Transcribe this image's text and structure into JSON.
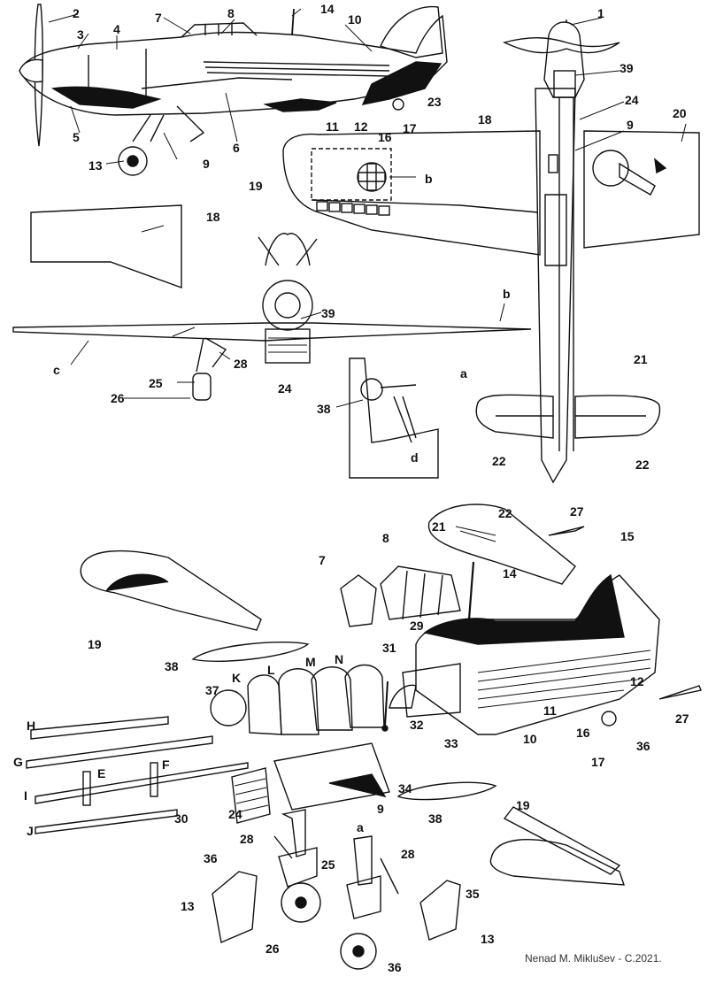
{
  "top_callouts": {
    "n1": "1",
    "n2": "2",
    "n3": "3",
    "n4": "4",
    "n5": "5",
    "n6": "6",
    "n7": "7",
    "n8": "8",
    "n9a": "9",
    "n9b": "9",
    "n10": "10",
    "n11": "11",
    "n12": "12",
    "n13": "13",
    "n14": "14",
    "n16": "16",
    "n17": "17",
    "n18a": "18",
    "n18b": "18",
    "n19": "19",
    "n20": "20",
    "n21": "21",
    "n22a": "22",
    "n22b": "22",
    "n23": "23",
    "n24a": "24",
    "n24b": "24",
    "n25": "25",
    "n26": "26",
    "n28": "28",
    "n38": "38",
    "n39a": "39",
    "n39b": "39",
    "b1": "b",
    "b2": "b",
    "c": "c",
    "a": "a",
    "d": "d"
  },
  "exploded_callouts": {
    "n7": "7",
    "n8": "8",
    "n9": "9",
    "n10": "10",
    "n11": "11",
    "n12": "12",
    "n13a": "13",
    "n13b": "13",
    "n14": "14",
    "n15": "15",
    "n16": "16",
    "n17": "17",
    "n19a": "19",
    "n19b": "19",
    "n21": "21",
    "n22": "22",
    "n24": "24",
    "n25": "25",
    "n26": "26",
    "n27a": "27",
    "n27b": "27",
    "n28a": "28",
    "n28b": "28",
    "n29": "29",
    "n30": "30",
    "n31": "31",
    "n32": "32",
    "n33": "33",
    "n34": "34",
    "n35": "35",
    "n36a": "36",
    "n36b": "36",
    "n36c": "36",
    "n37": "37",
    "n38a": "38",
    "n38b": "38",
    "a": "a",
    "K": "K",
    "L": "L",
    "M": "M",
    "N": "N",
    "H": "H",
    "G": "G",
    "E": "E",
    "F": "F",
    "I": "I",
    "J": "J"
  },
  "credit": "Nenad M. Miklušev - C.2021."
}
